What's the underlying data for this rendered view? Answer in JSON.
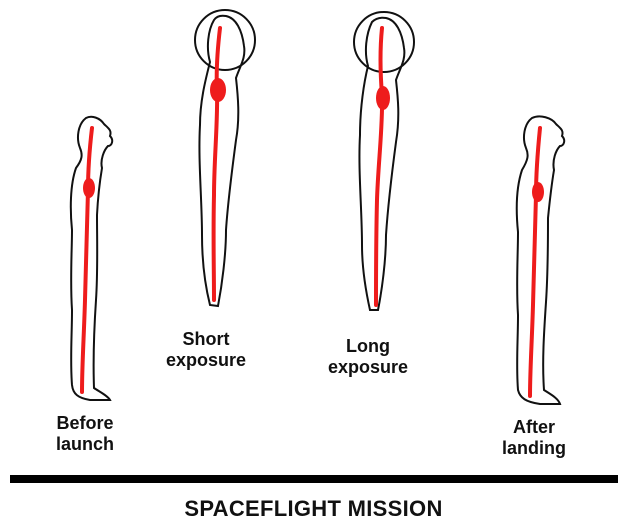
{
  "colors": {
    "spine": "#ee1c1c",
    "outline": "#111111",
    "background": "#ffffff"
  },
  "stages": [
    {
      "line1": "Before",
      "line2": "launch"
    },
    {
      "line1": "Short",
      "line2": "exposure"
    },
    {
      "line1": "Long",
      "line2": "exposure"
    },
    {
      "line1": "After",
      "line2": "landing"
    }
  ],
  "title": "SPACEFLIGHT MISSION"
}
